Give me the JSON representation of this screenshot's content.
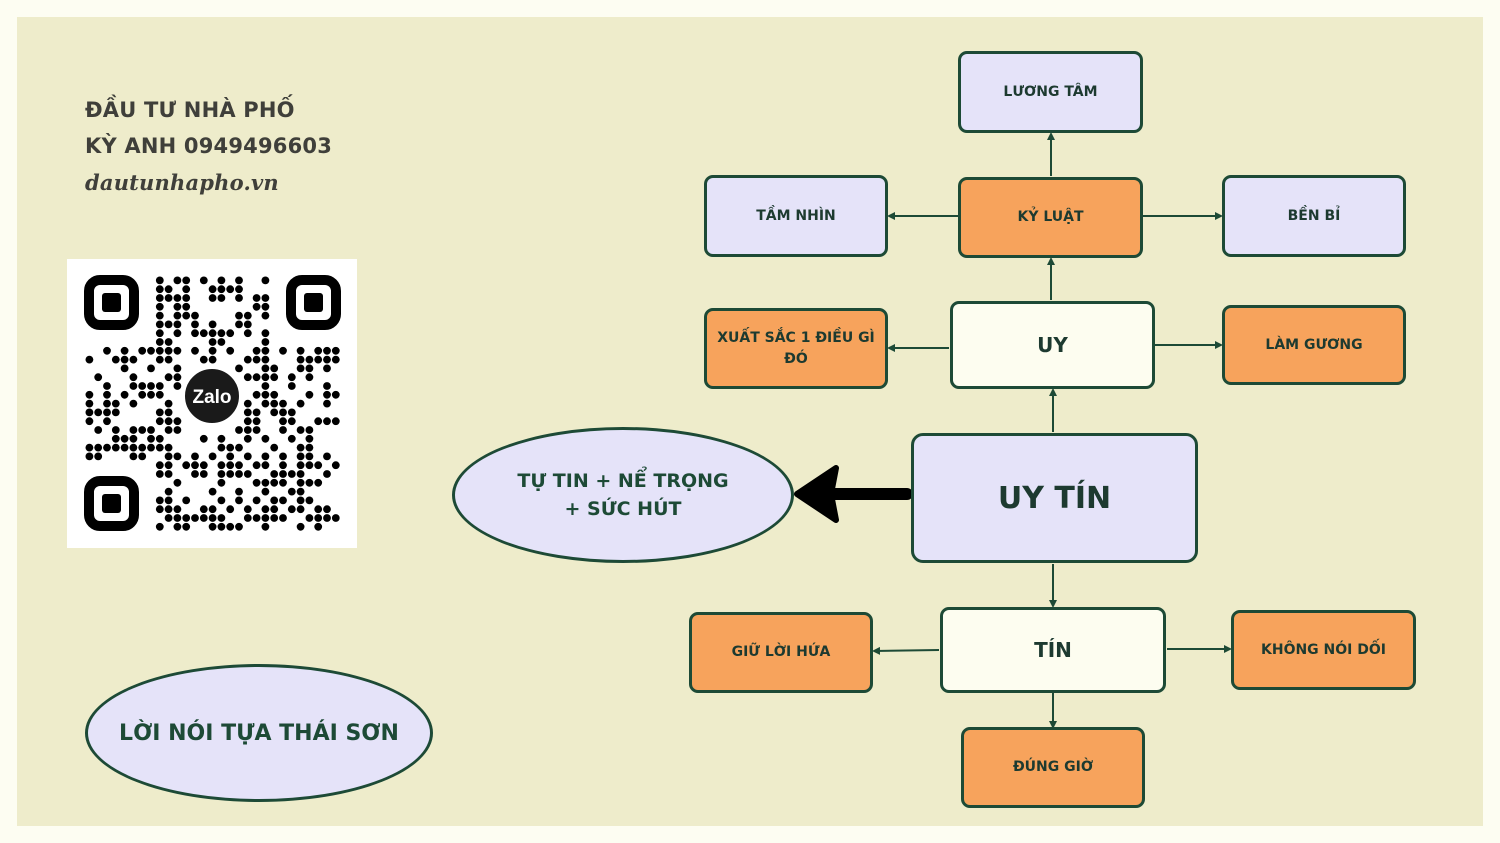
{
  "header": {
    "line1": "ĐẦU TƯ NHÀ PHỐ",
    "line2": "KỲ ANH 0949496603",
    "site": "dautunhapho.vn"
  },
  "qr": {
    "badge": "Zalo"
  },
  "nodes": {
    "luong_tam": "LƯƠNG TÂM",
    "tam_nhin": "TẦM NHÌN",
    "ky_luat": "KỶ LUẬT",
    "ben_bi": "BỀN BỈ",
    "xuat_sac": "XUẤT SẮC 1 ĐIỀU GÌ ĐÓ",
    "uy": "UY",
    "lam_guong": "LÀM GƯƠNG",
    "uy_tin": "UY TÍN",
    "tu_tin": "TỰ TIN + NỂ TRỌNG + SỨC HÚT",
    "tin": "TÍN",
    "giu_loi_hua": "GIỮ LỜI HỨA",
    "khong_noi_doi": "KHÔNG NÓI DỐI",
    "dung_gio": "ĐÚNG GIỜ",
    "loi_noi": "LỜI NÓI TỰA THÁI SƠN"
  },
  "colors": {
    "background": "#eeeccb",
    "lavender": "#e5e3f9",
    "orange": "#f7a35c",
    "white_box": "#fdfdf0",
    "border": "#1d4a36"
  }
}
